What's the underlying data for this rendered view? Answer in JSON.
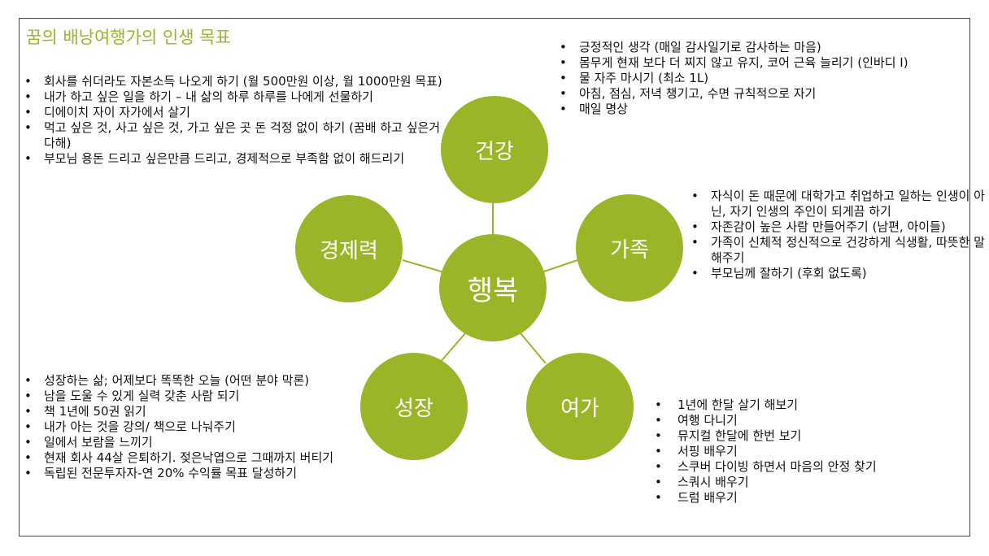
{
  "title": "꿈의 배낭여행가의 인생 목표",
  "colors": {
    "accent": "#9ab528",
    "connector": "#9ab528"
  },
  "center": {
    "label": "행복"
  },
  "nodes": {
    "health": "건강",
    "family": "가족",
    "economy": "경제력",
    "growth": "성장",
    "leisure": "여가"
  },
  "lists": {
    "economy": [
      "회사를 쉬더라도 자본소득 나오게 하기 (월 500만원 이상, 월 1000만원 목표)",
      "내가 하고 싶은 일을 하기 – 내 삶의 하루 하루를 나에게 선물하기",
      "디에이치 자이 자가에서 살기",
      "먹고 싶은 것, 사고 싶은 것, 가고 싶은 곳 돈 걱정 없이 하기 (꿈배 하고 싶은거 다해)",
      "부모님 용돈 드리고 싶은만큼 드리고, 경제적으로 부족함 없이 해드리기"
    ],
    "health": [
      "긍정적인 생각 (매일 감사일기로 감사하는 마음)",
      "몸무게 현재 보다 더 찌지 않고 유지, 코어 근육 늘리기 (인바디 I)",
      "물 자주 마시기 (최소 1L)",
      "아침, 점심, 저녁 챙기고, 수면 규칙적으로 자기",
      "매일 명상"
    ],
    "family": [
      "자식이 돈 때문에 대학가고 취업하고 일하는 인생이 아닌, 자기 인생의 주인이 되게끔 하기",
      "자존감이 높은 사람 만들어주기 (남편, 아이들)",
      "가족이 신체적 정신적으로 건강하게 식생활, 따뜻한 말 해주기",
      "부모님께 잘하기 (후회 없도록)"
    ],
    "growth": [
      "성장하는 삶; 어제보다 똑똑한 오늘 (어떤 분야 막론)",
      "남을 도울 수 있게 실력 갖춘 사람 되기",
      "책 1년에 50권 읽기",
      "내가 아는 것을 강의/ 책으로 나눠주기",
      "일에서 보람을 느끼기",
      "현재 회사 44살 은퇴하기. 젖은낙엽으로 그때까지 버티기",
      "독립된 전문투자자-연 20% 수익률 목표 달성하기"
    ],
    "leisure": [
      "1년에 한달 살기 해보기",
      "여행 다니기",
      "뮤지컬 한달에 한번 보기",
      "서핑 배우기",
      "스쿠버 다이빙 하면서 마음의 안정 찾기",
      "스쿼시 배우기",
      "드럼 배우기"
    ]
  }
}
